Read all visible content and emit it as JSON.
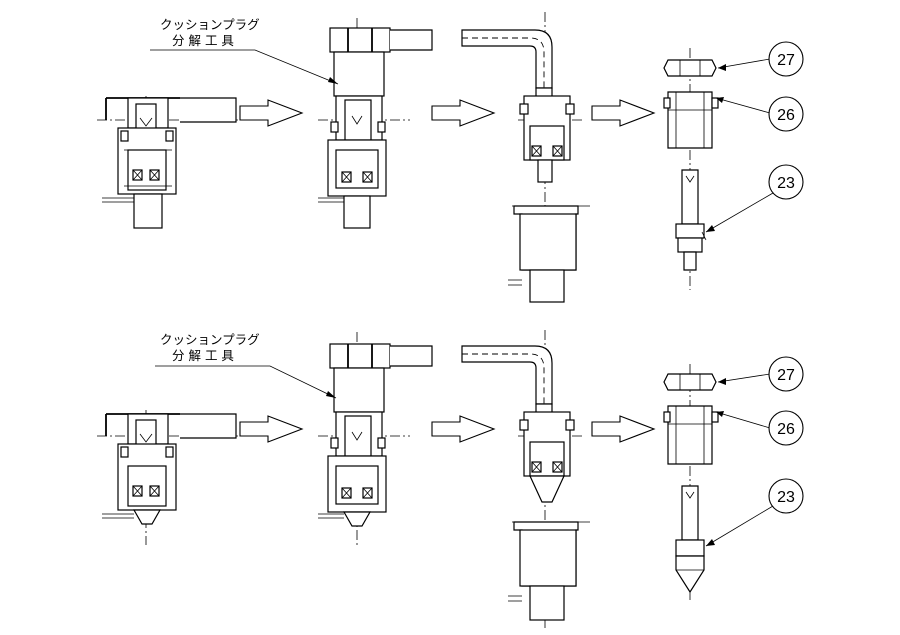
{
  "tool_label": {
    "line1": "クッションプラグ",
    "line2": "分 解 工 具"
  },
  "part_numbers": {
    "p27": "27",
    "p26": "26",
    "p23": "23"
  }
}
